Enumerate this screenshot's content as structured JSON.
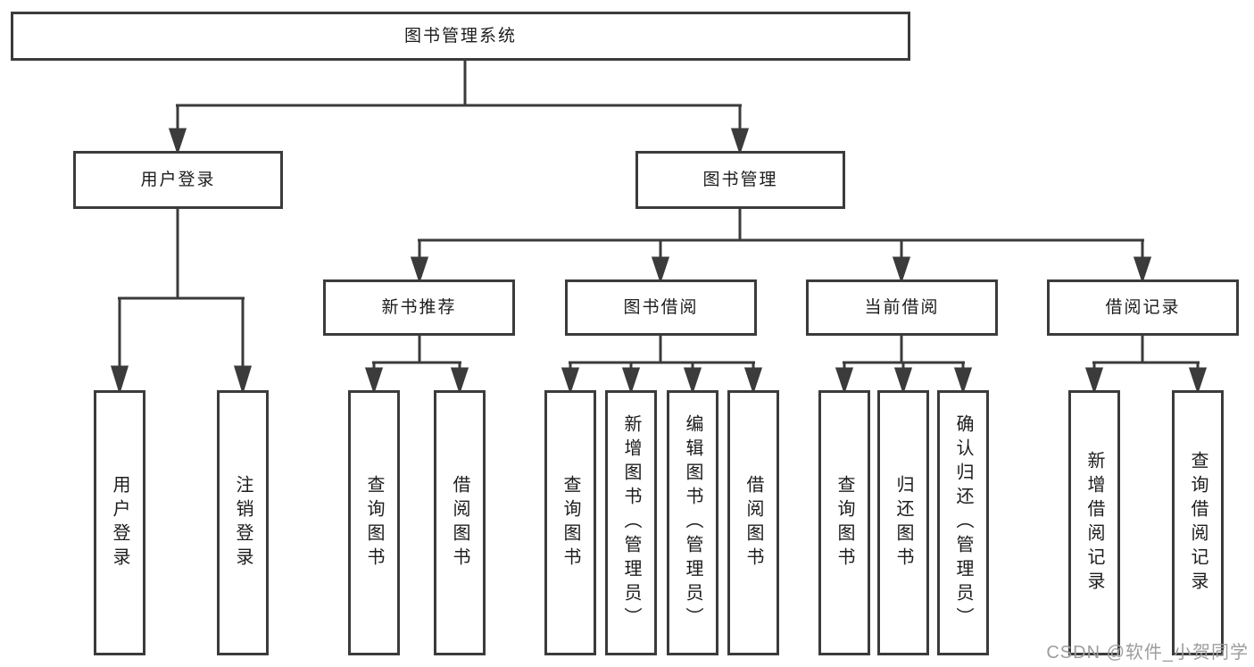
{
  "diagram": {
    "title": "图书管理系统",
    "branches": [
      {
        "label": "用户登录",
        "children": [
          "用户登录",
          "注销登录"
        ]
      },
      {
        "label": "图书管理",
        "sections": [
          {
            "label": "新书推荐",
            "children": [
              "查询图书",
              "借阅图书"
            ]
          },
          {
            "label": "图书借阅",
            "children": [
              "查询图书",
              "新增图书（管理员）",
              "编辑图书（管理员）",
              "借阅图书"
            ]
          },
          {
            "label": "当前借阅",
            "children": [
              "查询图书",
              "归还图书",
              "确认归还（管理员）"
            ]
          },
          {
            "label": "借阅记录",
            "children": [
              "新增借阅记录",
              "查询借阅记录"
            ]
          }
        ]
      }
    ]
  },
  "watermark": {
    "text": "CSDN @软件_小贺同学"
  },
  "colors": {
    "line": "#3b3b3b",
    "box_border": "#3b3b3b",
    "text": "#1c1c1c",
    "background": "#ffffff",
    "watermark": "#9d9d9d"
  }
}
